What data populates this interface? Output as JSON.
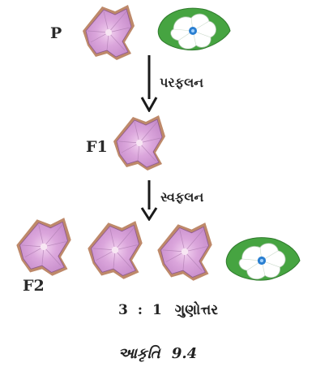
{
  "labels": {
    "parental": "P",
    "f1": "F1",
    "f2": "F2"
  },
  "processes": {
    "cross": "પરફલન",
    "self": "સ્વફલન"
  },
  "ratio": {
    "left": "3",
    "sep": ":",
    "right": "1",
    "word": "ગુણોત્તર"
  },
  "caption": {
    "word": "આકૃતિ",
    "number": "9.4"
  },
  "colors": {
    "purple_petal": "#d9a8dc",
    "purple_edge": "#9b6a4d",
    "white_petal": "#ffffff",
    "leaf_green": "#3f9a3c",
    "center_blue": "#2a7fd1",
    "arrow": "#1a1a1a"
  },
  "flowers": {
    "parental": [
      "purple",
      "white"
    ],
    "f1": [
      "purple"
    ],
    "f2": [
      "purple",
      "purple",
      "purple",
      "white"
    ]
  }
}
